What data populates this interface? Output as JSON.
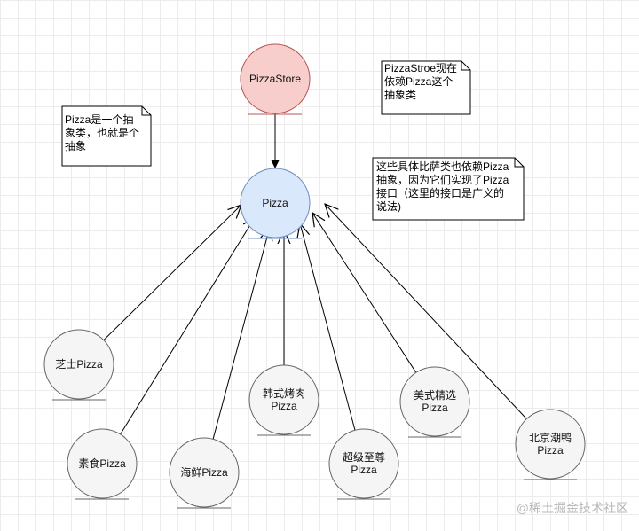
{
  "nodes": [
    {
      "id": "store",
      "lines": [
        "PizzaStore"
      ],
      "role": "client",
      "fill": "#f8cecc",
      "stroke": "#b85450"
    },
    {
      "id": "pizza",
      "lines": [
        "Pizza"
      ],
      "role": "abstract",
      "fill": "#dae8fc",
      "stroke": "#6c8ebf"
    },
    {
      "id": "zhishi",
      "lines": [
        "芝士Pizza"
      ],
      "role": "concrete",
      "fill": "#f5f5f5",
      "stroke": "#666666"
    },
    {
      "id": "sushi",
      "lines": [
        "素食Pizza"
      ],
      "role": "concrete",
      "fill": "#f5f5f5",
      "stroke": "#666666"
    },
    {
      "id": "haixian",
      "lines": [
        "海鲜Pizza"
      ],
      "role": "concrete",
      "fill": "#f5f5f5",
      "stroke": "#666666"
    },
    {
      "id": "hanshi",
      "lines": [
        "韩式烤肉",
        "Pizza"
      ],
      "role": "concrete",
      "fill": "#f5f5f5",
      "stroke": "#666666"
    },
    {
      "id": "chaoji",
      "lines": [
        "超级至尊",
        "Pizza"
      ],
      "role": "concrete",
      "fill": "#f5f5f5",
      "stroke": "#666666"
    },
    {
      "id": "meishi",
      "lines": [
        "美式精选",
        "Pizza"
      ],
      "role": "concrete",
      "fill": "#f5f5f5",
      "stroke": "#666666"
    },
    {
      "id": "beijing",
      "lines": [
        "北京潮鸭",
        "Pizza"
      ],
      "role": "concrete",
      "fill": "#f5f5f5",
      "stroke": "#666666"
    }
  ],
  "edges": [
    {
      "from": "store",
      "to": "pizza"
    },
    {
      "from": "zhishi",
      "to": "pizza"
    },
    {
      "from": "sushi",
      "to": "pizza"
    },
    {
      "from": "haixian",
      "to": "pizza"
    },
    {
      "from": "hanshi",
      "to": "pizza"
    },
    {
      "from": "chaoji",
      "to": "pizza"
    },
    {
      "from": "meishi",
      "to": "pizza"
    },
    {
      "from": "beijing",
      "to": "pizza"
    }
  ],
  "notes": [
    {
      "id": "note-store",
      "lines": [
        "PizzaStroe现在",
        "依赖Pizza这个",
        "抽象类"
      ]
    },
    {
      "id": "note-pizza",
      "lines": [
        "Pizza是一个抽",
        "象类，也就是个",
        "抽象"
      ]
    },
    {
      "id": "note-concrete",
      "lines": [
        "这些具体比萨类也依赖Pizza",
        "抽象，因为它们实现了Pizza",
        "接口（这里的接口是广义的",
        "说法)"
      ]
    }
  ],
  "watermark": "@稀土掘金技术社区"
}
